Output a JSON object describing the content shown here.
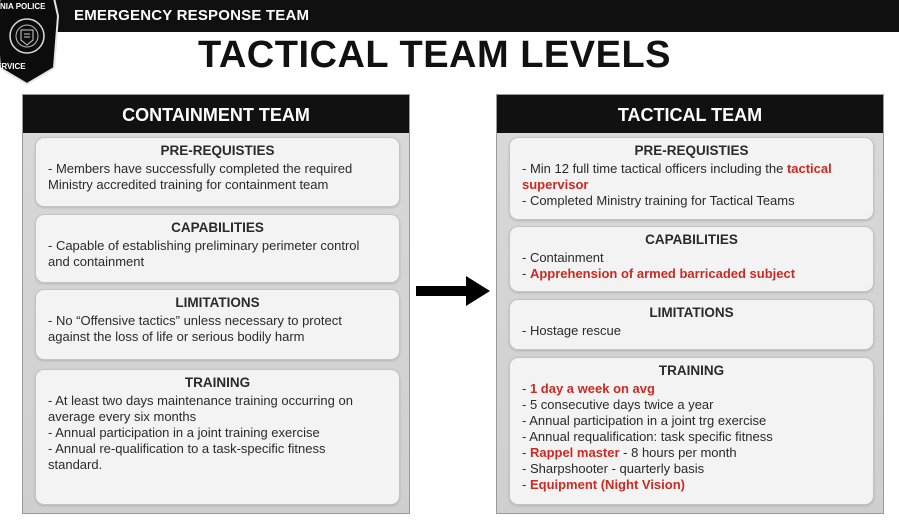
{
  "header": {
    "banner_title": "EMERGENCY RESPONSE TEAM",
    "badge_top": "NIA POLICE",
    "badge_bottom": "ERVICE",
    "main_title": "TACTICAL TEAM LEVELS"
  },
  "left_panel": {
    "title": "CONTAINMENT TEAM",
    "prereq": {
      "title": "PRE-REQUISTIES",
      "lines": [
        "- Members have successfully completed the required",
        "Ministry accredited training for containment team"
      ]
    },
    "capabilities": {
      "title": "CAPABILITIES",
      "lines": [
        "- Capable of establishing preliminary perimeter control",
        "and containment"
      ]
    },
    "limitations": {
      "title": "LIMITATIONS",
      "lines": [
        "- No “Offensive tactics” unless necessary to protect",
        "against the loss of life or serious bodily harm"
      ]
    },
    "training": {
      "title": "TRAINING",
      "lines": [
        "- At least two days maintenance training occurring on",
        "average every six months",
        "- Annual participation in a joint training exercise",
        "- Annual re-qualification to a task-specific fitness",
        "standard."
      ]
    }
  },
  "right_panel": {
    "title": "TACTICAL TEAM",
    "prereq": {
      "title": "PRE-REQUISTIES",
      "line1_a": "- Min 12 full time tactical officers including the ",
      "line1_b": "tactical",
      "line2": "supervisor",
      "line3": "- Completed Ministry training for Tactical Teams"
    },
    "capabilities": {
      "title": "CAPABILITIES",
      "line1": "- Containment",
      "line2_dash": "- ",
      "line2": "Apprehension of armed barricaded subject"
    },
    "limitations": {
      "title": "LIMITATIONS",
      "line1": "- Hostage rescue"
    },
    "training": {
      "title": "TRAINING",
      "l1_dash": "- ",
      "l1": "1 day a week on avg",
      "l2": "- 5 consecutive days twice a year",
      "l3": "- Annual participation in a joint trg exercise",
      "l4": "- Annual requalification: task specific fitness",
      "l5_dash": "- ",
      "l5_red": "Rappel master",
      "l5_rest": " - 8 hours per month",
      "l6": "- Sharpshooter - quarterly basis",
      "l7_dash": "- ",
      "l7": "Equipment (Night Vision)"
    }
  },
  "colors": {
    "highlight": "#cc2a22",
    "header_bg": "#111111",
    "panel_bg": "#d4d4d4",
    "card_bg": "#f3f3f3"
  },
  "icons": {
    "badge": "police-badge-icon",
    "arrow": "right-arrow-icon"
  }
}
